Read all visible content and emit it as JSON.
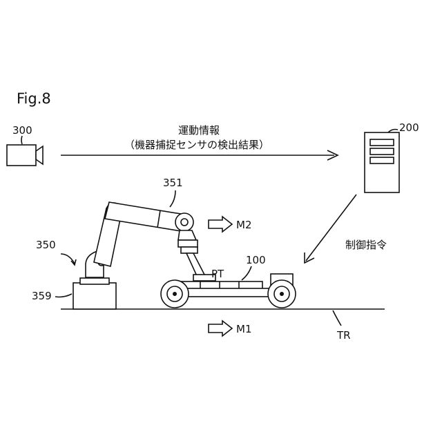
{
  "figure": {
    "title": "Fig.8"
  },
  "camera": {
    "ref": "300"
  },
  "server": {
    "ref": "200"
  },
  "motion_info": {
    "line1": "運動情報",
    "line2": "（機器捕捉センサの検出結果）"
  },
  "control": {
    "label": "制御指令"
  },
  "robot": {
    "ref": "350",
    "arm_ref": "351",
    "base_ref": "359"
  },
  "vehicle": {
    "ref": "100",
    "part_label": "PT"
  },
  "motions": {
    "robot": "M2",
    "conveyor": "M1"
  },
  "track": {
    "label": "TR"
  },
  "colors": {
    "ink": "#111111",
    "background": "#ffffff"
  }
}
